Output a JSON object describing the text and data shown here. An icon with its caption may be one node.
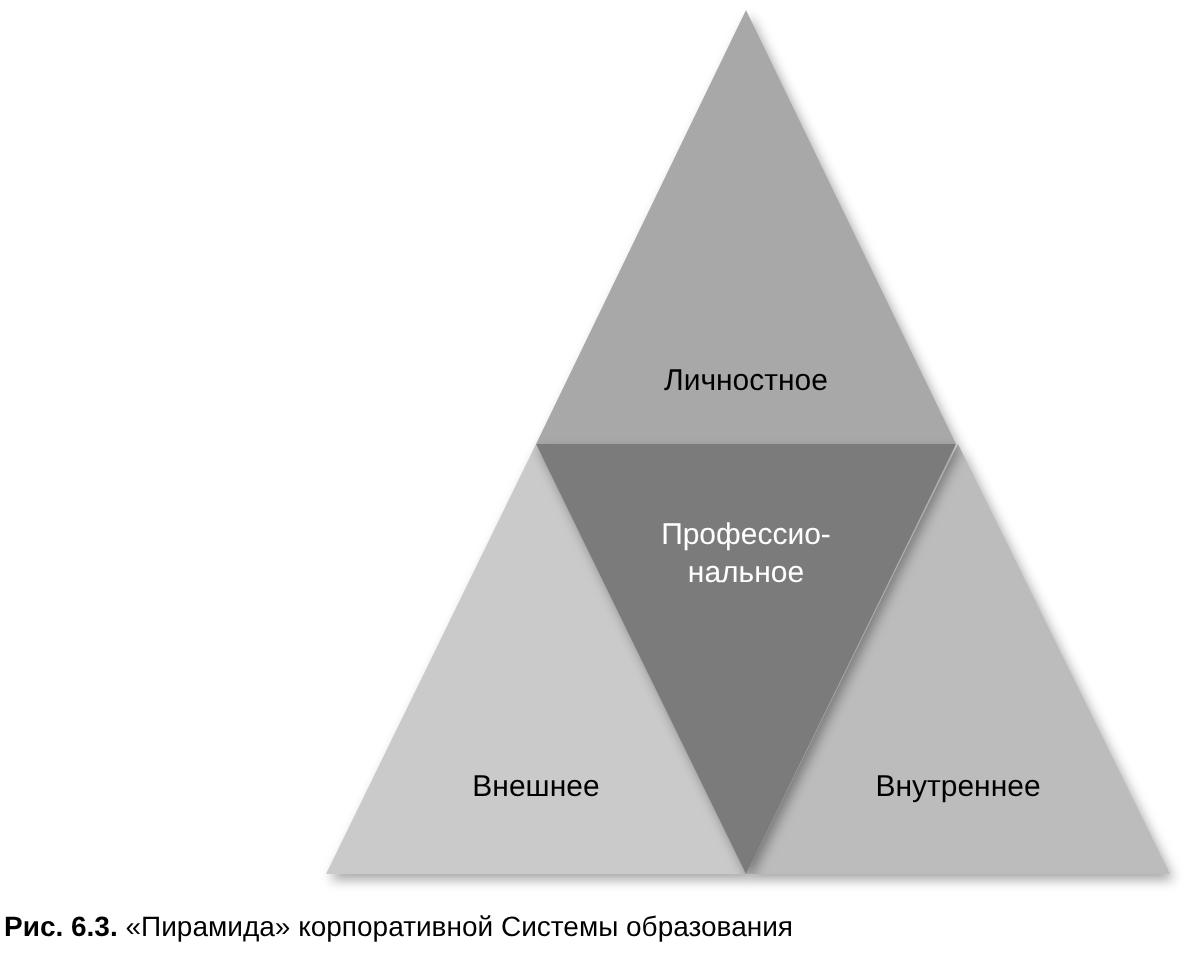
{
  "diagram": {
    "caption": "**Рис. 6.3.** «Пирамида» корпоративной Системы образования",
    "nodes": [
      {
        "text": [
          "Личностное"
        ]
      },
      {
        "text": [
          "Профессио- нальное"
        ]
      },
      {
        "text": [
          "Внешнее"
        ]
      },
      {
        "text": [
          "Внутреннее"
        ]
      }
    ]
  }
}
